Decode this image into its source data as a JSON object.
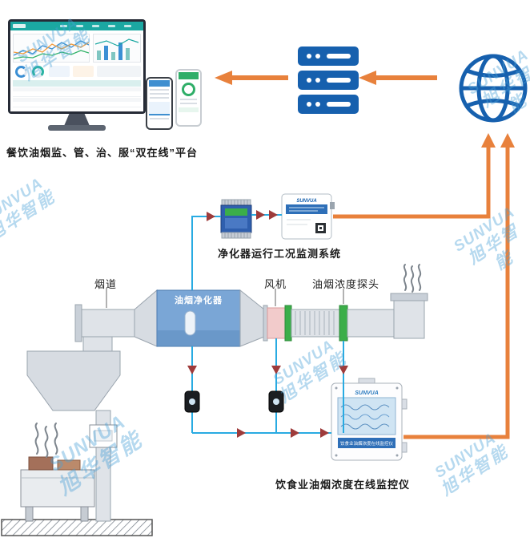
{
  "watermark": {
    "brand": "SUNVUA",
    "brand_cn": "旭华智能"
  },
  "platform": {
    "caption": "餐饮油烟监、管、治、服“双在线”平台"
  },
  "monitoring": {
    "purifier_system_caption": "净化器运行工况监测系统",
    "device_caption": "饮食业油烟浓度在线监控仪",
    "device_panel_label": "饮食业油烟浓度在线监控仪"
  },
  "duct": {
    "flue": "烟道",
    "purifier": "油烟净化器",
    "fan": "风机",
    "probe": "油烟浓度探头"
  },
  "colors": {
    "arrow_orange": "#E8813C",
    "signal_blue": "#29ABE2",
    "icon_blue": "#1660AE",
    "accent_green": "#3BAE49",
    "damper_pink": "#F2CBCB",
    "arrowhead_maroon": "#9E3B3B",
    "watermark_blue": "rgba(72,160,215,0.40)"
  }
}
